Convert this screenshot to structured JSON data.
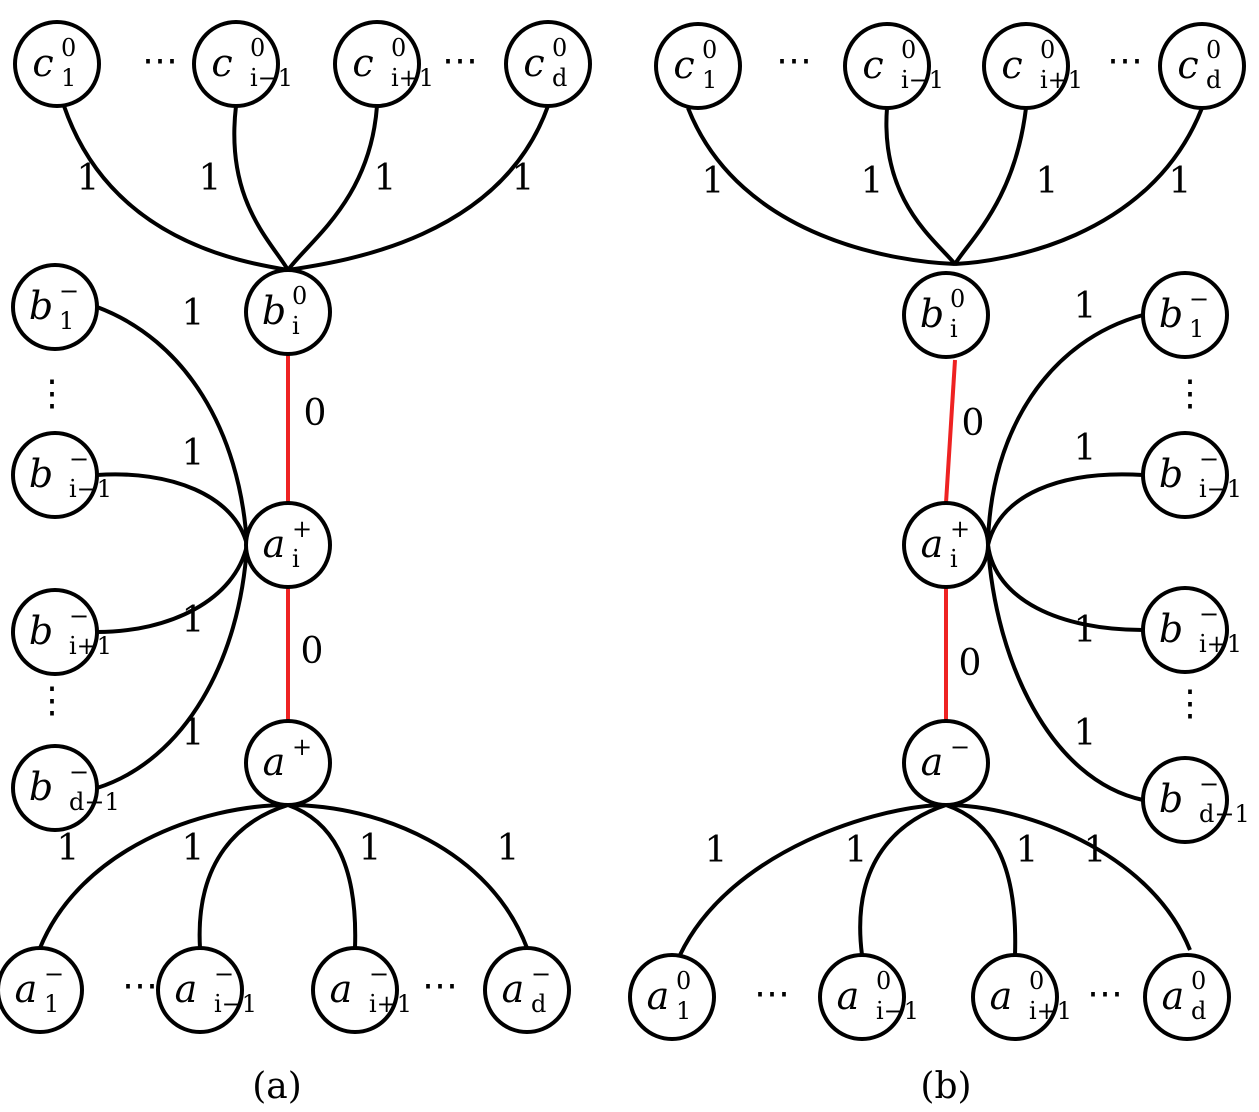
{
  "panels": [
    {
      "caption": "(a)",
      "nodes": [
        {
          "id": "c1",
          "base": "c",
          "sub": "1",
          "sup": "0"
        },
        {
          "id": "cim1",
          "base": "c",
          "sub": "i−1",
          "sup": "0"
        },
        {
          "id": "cip1",
          "base": "c",
          "sub": "i+1",
          "sup": "0"
        },
        {
          "id": "cd",
          "base": "c",
          "sub": "d",
          "sup": "0"
        },
        {
          "id": "bi0",
          "base": "b",
          "sub": "i",
          "sup": "0"
        },
        {
          "id": "b1",
          "base": "b",
          "sub": "1",
          "sup": "−"
        },
        {
          "id": "bim1",
          "base": "b",
          "sub": "i−1",
          "sup": "−"
        },
        {
          "id": "bip1",
          "base": "b",
          "sub": "i+1",
          "sup": "−"
        },
        {
          "id": "bdm1",
          "base": "b",
          "sub": "d−1",
          "sup": "−"
        },
        {
          "id": "aip",
          "base": "a",
          "sub": "i",
          "sup": "+"
        },
        {
          "id": "ap",
          "base": "a",
          "sub": "",
          "sup": "+"
        },
        {
          "id": "a1",
          "base": "a",
          "sub": "1",
          "sup": "−"
        },
        {
          "id": "aim1",
          "base": "a",
          "sub": "i−1",
          "sup": "−"
        },
        {
          "id": "aip1",
          "base": "a",
          "sub": "i+1",
          "sup": "−"
        },
        {
          "id": "ad",
          "base": "a",
          "sub": "d",
          "sup": "−"
        }
      ],
      "edges": [
        {
          "from": "c1",
          "to": "bi0",
          "weight": "1",
          "color": "#000000"
        },
        {
          "from": "cim1",
          "to": "bi0",
          "weight": "1",
          "color": "#000000"
        },
        {
          "from": "cip1",
          "to": "bi0",
          "weight": "1",
          "color": "#000000"
        },
        {
          "from": "cd",
          "to": "bi0",
          "weight": "1",
          "color": "#000000"
        },
        {
          "from": "b1",
          "to": "aip",
          "weight": "1",
          "color": "#000000"
        },
        {
          "from": "bim1",
          "to": "aip",
          "weight": "1",
          "color": "#000000"
        },
        {
          "from": "bip1",
          "to": "aip",
          "weight": "1",
          "color": "#000000"
        },
        {
          "from": "bdm1",
          "to": "aip",
          "weight": "1",
          "color": "#000000"
        },
        {
          "from": "bi0",
          "to": "aip",
          "weight": "0",
          "color": "#ee2222"
        },
        {
          "from": "aip",
          "to": "ap",
          "weight": "0",
          "color": "#ee2222"
        },
        {
          "from": "a1",
          "to": "ap",
          "weight": "1",
          "color": "#000000"
        },
        {
          "from": "aim1",
          "to": "ap",
          "weight": "1",
          "color": "#000000"
        },
        {
          "from": "aip1",
          "to": "ap",
          "weight": "1",
          "color": "#000000"
        },
        {
          "from": "ad",
          "to": "ap",
          "weight": "1",
          "color": "#000000"
        }
      ]
    },
    {
      "caption": "(b)",
      "nodes": [
        {
          "id": "c1",
          "base": "c",
          "sub": "1",
          "sup": "0"
        },
        {
          "id": "cim1",
          "base": "c",
          "sub": "i−1",
          "sup": "0"
        },
        {
          "id": "cip1",
          "base": "c",
          "sub": "i+1",
          "sup": "0"
        },
        {
          "id": "cd",
          "base": "c",
          "sub": "d",
          "sup": "0"
        },
        {
          "id": "bi0",
          "base": "b",
          "sub": "i",
          "sup": "0"
        },
        {
          "id": "b1",
          "base": "b",
          "sub": "1",
          "sup": "−"
        },
        {
          "id": "bim1",
          "base": "b",
          "sub": "i−1",
          "sup": "−"
        },
        {
          "id": "bip1",
          "base": "b",
          "sub": "i+1",
          "sup": "−"
        },
        {
          "id": "bdm1",
          "base": "b",
          "sub": "d−1",
          "sup": "−"
        },
        {
          "id": "aip",
          "base": "a",
          "sub": "i",
          "sup": "+"
        },
        {
          "id": "am",
          "base": "a",
          "sub": "",
          "sup": "−"
        },
        {
          "id": "a1",
          "base": "a",
          "sub": "1",
          "sup": "0"
        },
        {
          "id": "aim1",
          "base": "a",
          "sub": "i−1",
          "sup": "0"
        },
        {
          "id": "aip1",
          "base": "a",
          "sub": "i+1",
          "sup": "0"
        },
        {
          "id": "ad",
          "base": "a",
          "sub": "d",
          "sup": "0"
        }
      ],
      "edges": [
        {
          "from": "c1",
          "to": "bi0",
          "weight": "1",
          "color": "#000000"
        },
        {
          "from": "cim1",
          "to": "bi0",
          "weight": "1",
          "color": "#000000"
        },
        {
          "from": "cip1",
          "to": "bi0",
          "weight": "1",
          "color": "#000000"
        },
        {
          "from": "cd",
          "to": "bi0",
          "weight": "1",
          "color": "#000000"
        },
        {
          "from": "b1",
          "to": "aip",
          "weight": "1",
          "color": "#000000"
        },
        {
          "from": "bim1",
          "to": "aip",
          "weight": "1",
          "color": "#000000"
        },
        {
          "from": "bip1",
          "to": "aip",
          "weight": "1",
          "color": "#000000"
        },
        {
          "from": "bdm1",
          "to": "aip",
          "weight": "1",
          "color": "#000000"
        },
        {
          "from": "bi0",
          "to": "aip",
          "weight": "0",
          "color": "#ee2222"
        },
        {
          "from": "aip",
          "to": "am",
          "weight": "0",
          "color": "#ee2222"
        },
        {
          "from": "a1",
          "to": "am",
          "weight": "1",
          "color": "#000000"
        },
        {
          "from": "aim1",
          "to": "am",
          "weight": "1",
          "color": "#000000"
        },
        {
          "from": "aip1",
          "to": "am",
          "weight": "1",
          "color": "#000000"
        },
        {
          "from": "ad",
          "to": "am",
          "weight": "1",
          "color": "#000000"
        }
      ]
    }
  ],
  "ellipsis": "⋯",
  "vellipsis": "⋮"
}
